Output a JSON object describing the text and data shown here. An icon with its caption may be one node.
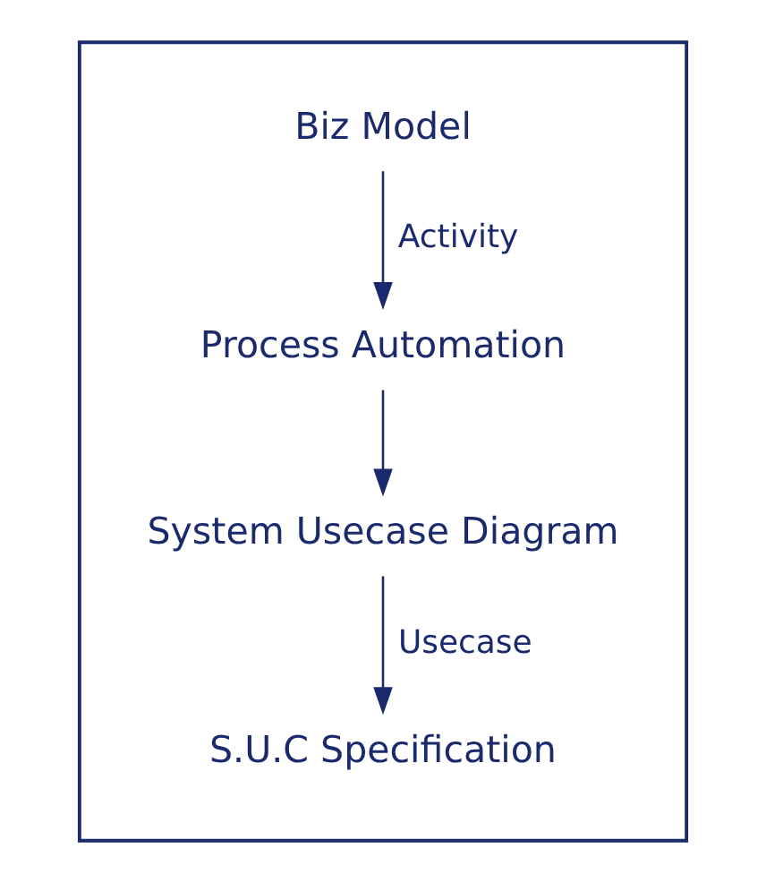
{
  "diagram": {
    "nodes": [
      {
        "text": [],
        "shape": "box"
      },
      {
        "text": [
          "Biz Model"
        ],
        "in": 0
      },
      {
        "text": [
          "Process Automation"
        ],
        "in": 0
      },
      {
        "text": [
          "System Usecase Diagram"
        ],
        "in": 0
      },
      {
        "text": [
          "S.U.C Specification"
        ],
        "in": 0
      }
    ],
    "edges": [
      {
        "from": 1,
        "to": 2,
        "arrow": "to",
        "label": "Activity"
      },
      {
        "from": 2,
        "to": 3,
        "arrow": "to"
      },
      {
        "from": 3,
        "to": 4,
        "arrow": "to",
        "label": "Usecase"
      }
    ]
  }
}
